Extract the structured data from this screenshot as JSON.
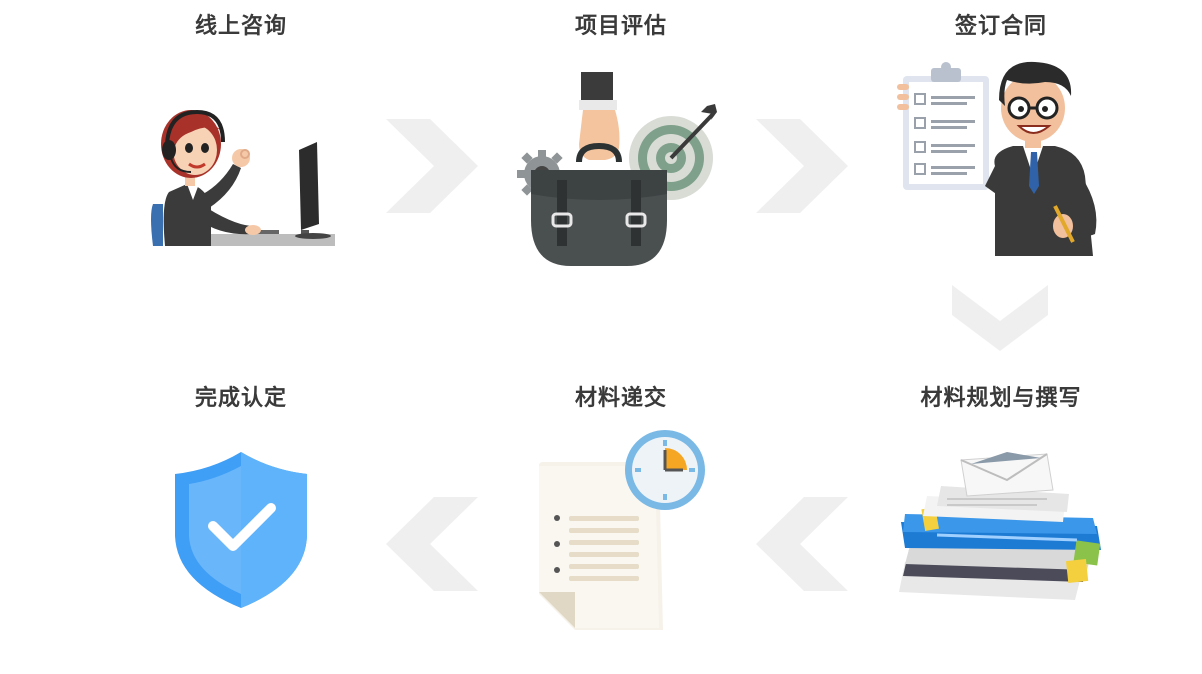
{
  "steps": [
    {
      "id": "consult",
      "title": "线上咨询",
      "icon": "customer-service-icon"
    },
    {
      "id": "assess",
      "title": "项目评估",
      "icon": "briefcase-target-icon"
    },
    {
      "id": "contract",
      "title": "签订合同",
      "icon": "contract-businessman-icon"
    },
    {
      "id": "plan",
      "title": "材料规划与撰写",
      "icon": "document-folders-icon"
    },
    {
      "id": "submit",
      "title": "材料递交",
      "icon": "document-clock-icon"
    },
    {
      "id": "complete",
      "title": "完成认定",
      "icon": "shield-check-icon"
    }
  ],
  "colors": {
    "arrow": "#efefef",
    "title": "#3a3a3a",
    "shield": "#3f9ef5",
    "briefcase": "#4a4f50"
  }
}
